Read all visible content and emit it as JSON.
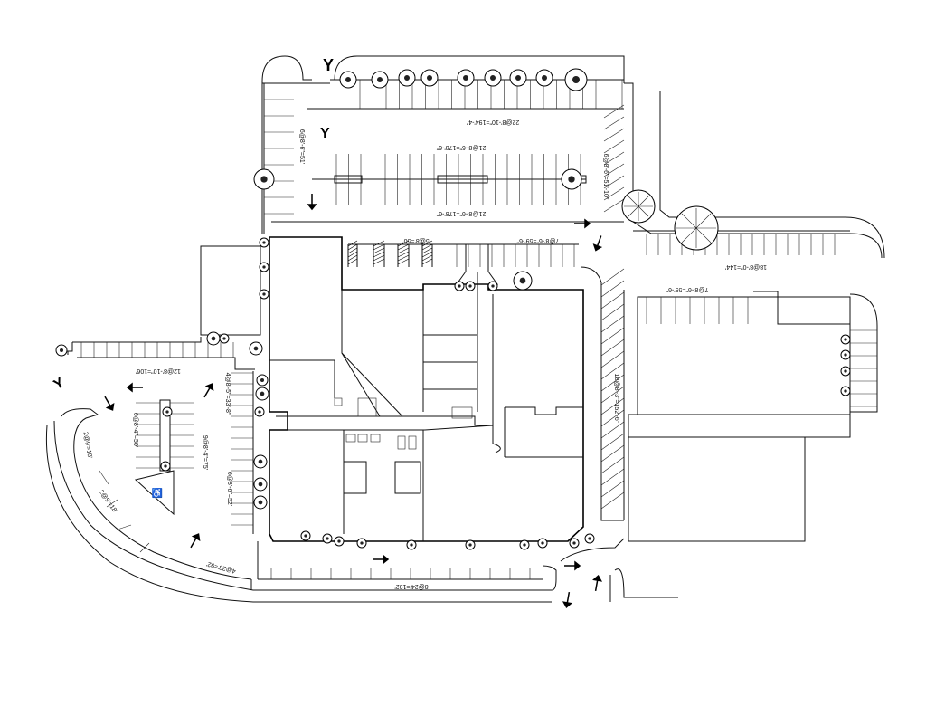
{
  "dimensions": {
    "north_row_top": "22@8'-10\"=194'-4\"",
    "north_row_mid": "21@8'-6\"=178'-6\"",
    "north_row_low": "21@8'-6\"=178'-6\"",
    "north_left_col": "6@8'-6\"=51'",
    "north_right_col": "6@8'-6\"=51'-10\"",
    "front_small": "5@8'=50'",
    "front_mid": "7@8'-6\"=59'-6\"",
    "east_top": "18@8'-0\"=144'",
    "east_mid": "7@8'-6\"=59'-6\"",
    "east_side": "18@8'-3\"=152'-6\"",
    "west_row": "12@8'-10\"=106'",
    "west_col_a": "4@8'-5\"=33'-8\"",
    "west_col_b": "6@8'-4\"=50'",
    "west_col_c": "9@8'-4\"=75'",
    "west_col_d": "6@8'-6\"=52'",
    "curve_a": "2@9'=18'",
    "curve_b": "2@9'=18'",
    "curve_c": "4@23'=92'",
    "south_row": "8@24'=192'"
  },
  "symbols": {
    "handicap": "♿",
    "tree": "tree-icon",
    "arrow": "traffic-arrow-icon"
  }
}
